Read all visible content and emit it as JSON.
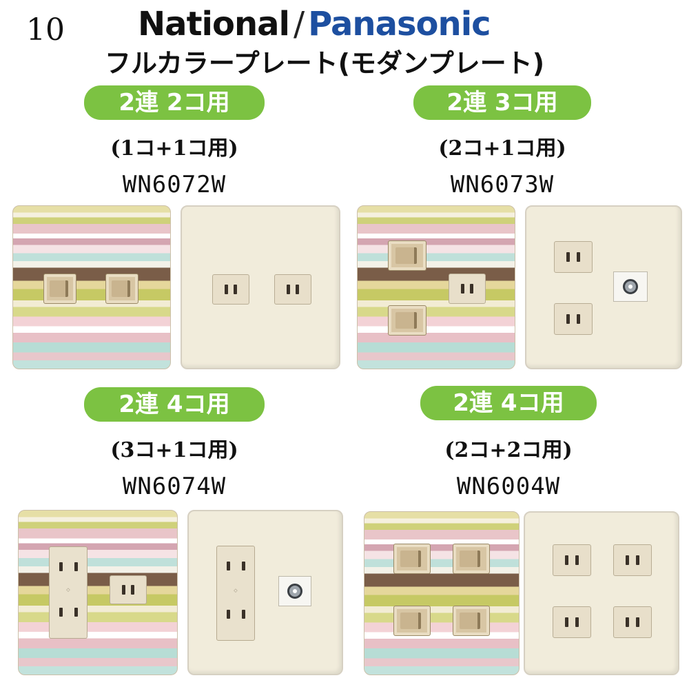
{
  "page_number": "10",
  "brand": {
    "left": "National",
    "separator": "/",
    "right": "Panasonic"
  },
  "subtitle": "フルカラープレート(モダンプレート)",
  "products": [
    {
      "badge": "2連 2コ用",
      "spec": "(1コ+1コ用)",
      "model": "WN6072W"
    },
    {
      "badge": "2連 3コ用",
      "spec": "(2コ+1コ用)",
      "model": "WN6073W"
    },
    {
      "badge": "2連 4コ用",
      "spec": "(3コ+1コ用)",
      "model": "WN6074W"
    },
    {
      "badge": "2連 4コ用",
      "spec": "(2コ+2コ用)",
      "model": "WN6004W"
    }
  ],
  "colors": {
    "badge_green": "#7cc242",
    "panasonic_blue": "#1d4fa0",
    "plate_plain": "#f1ecdb"
  },
  "icons": [
    "rocker-switch-icon",
    "outlet-icon",
    "tv-antenna-terminal-icon"
  ]
}
